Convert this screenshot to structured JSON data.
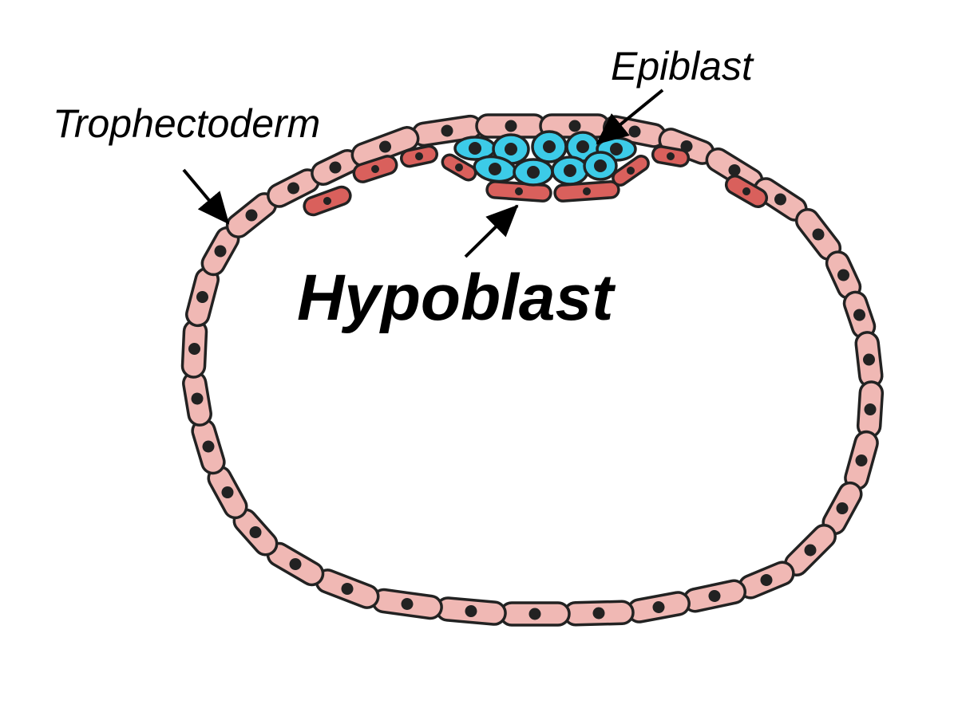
{
  "labels": {
    "trophectoderm": "Trophectoderm",
    "epiblast": "Epiblast",
    "hypoblast": "Hypoblast"
  },
  "colors": {
    "trophectoderm_fill": "#f0b8b4",
    "hypoblast_fill": "#d9605c",
    "epiblast_fill": "#3ccbe8",
    "outline": "#222222",
    "nucleus": "#222222",
    "background": "#ffffff"
  }
}
